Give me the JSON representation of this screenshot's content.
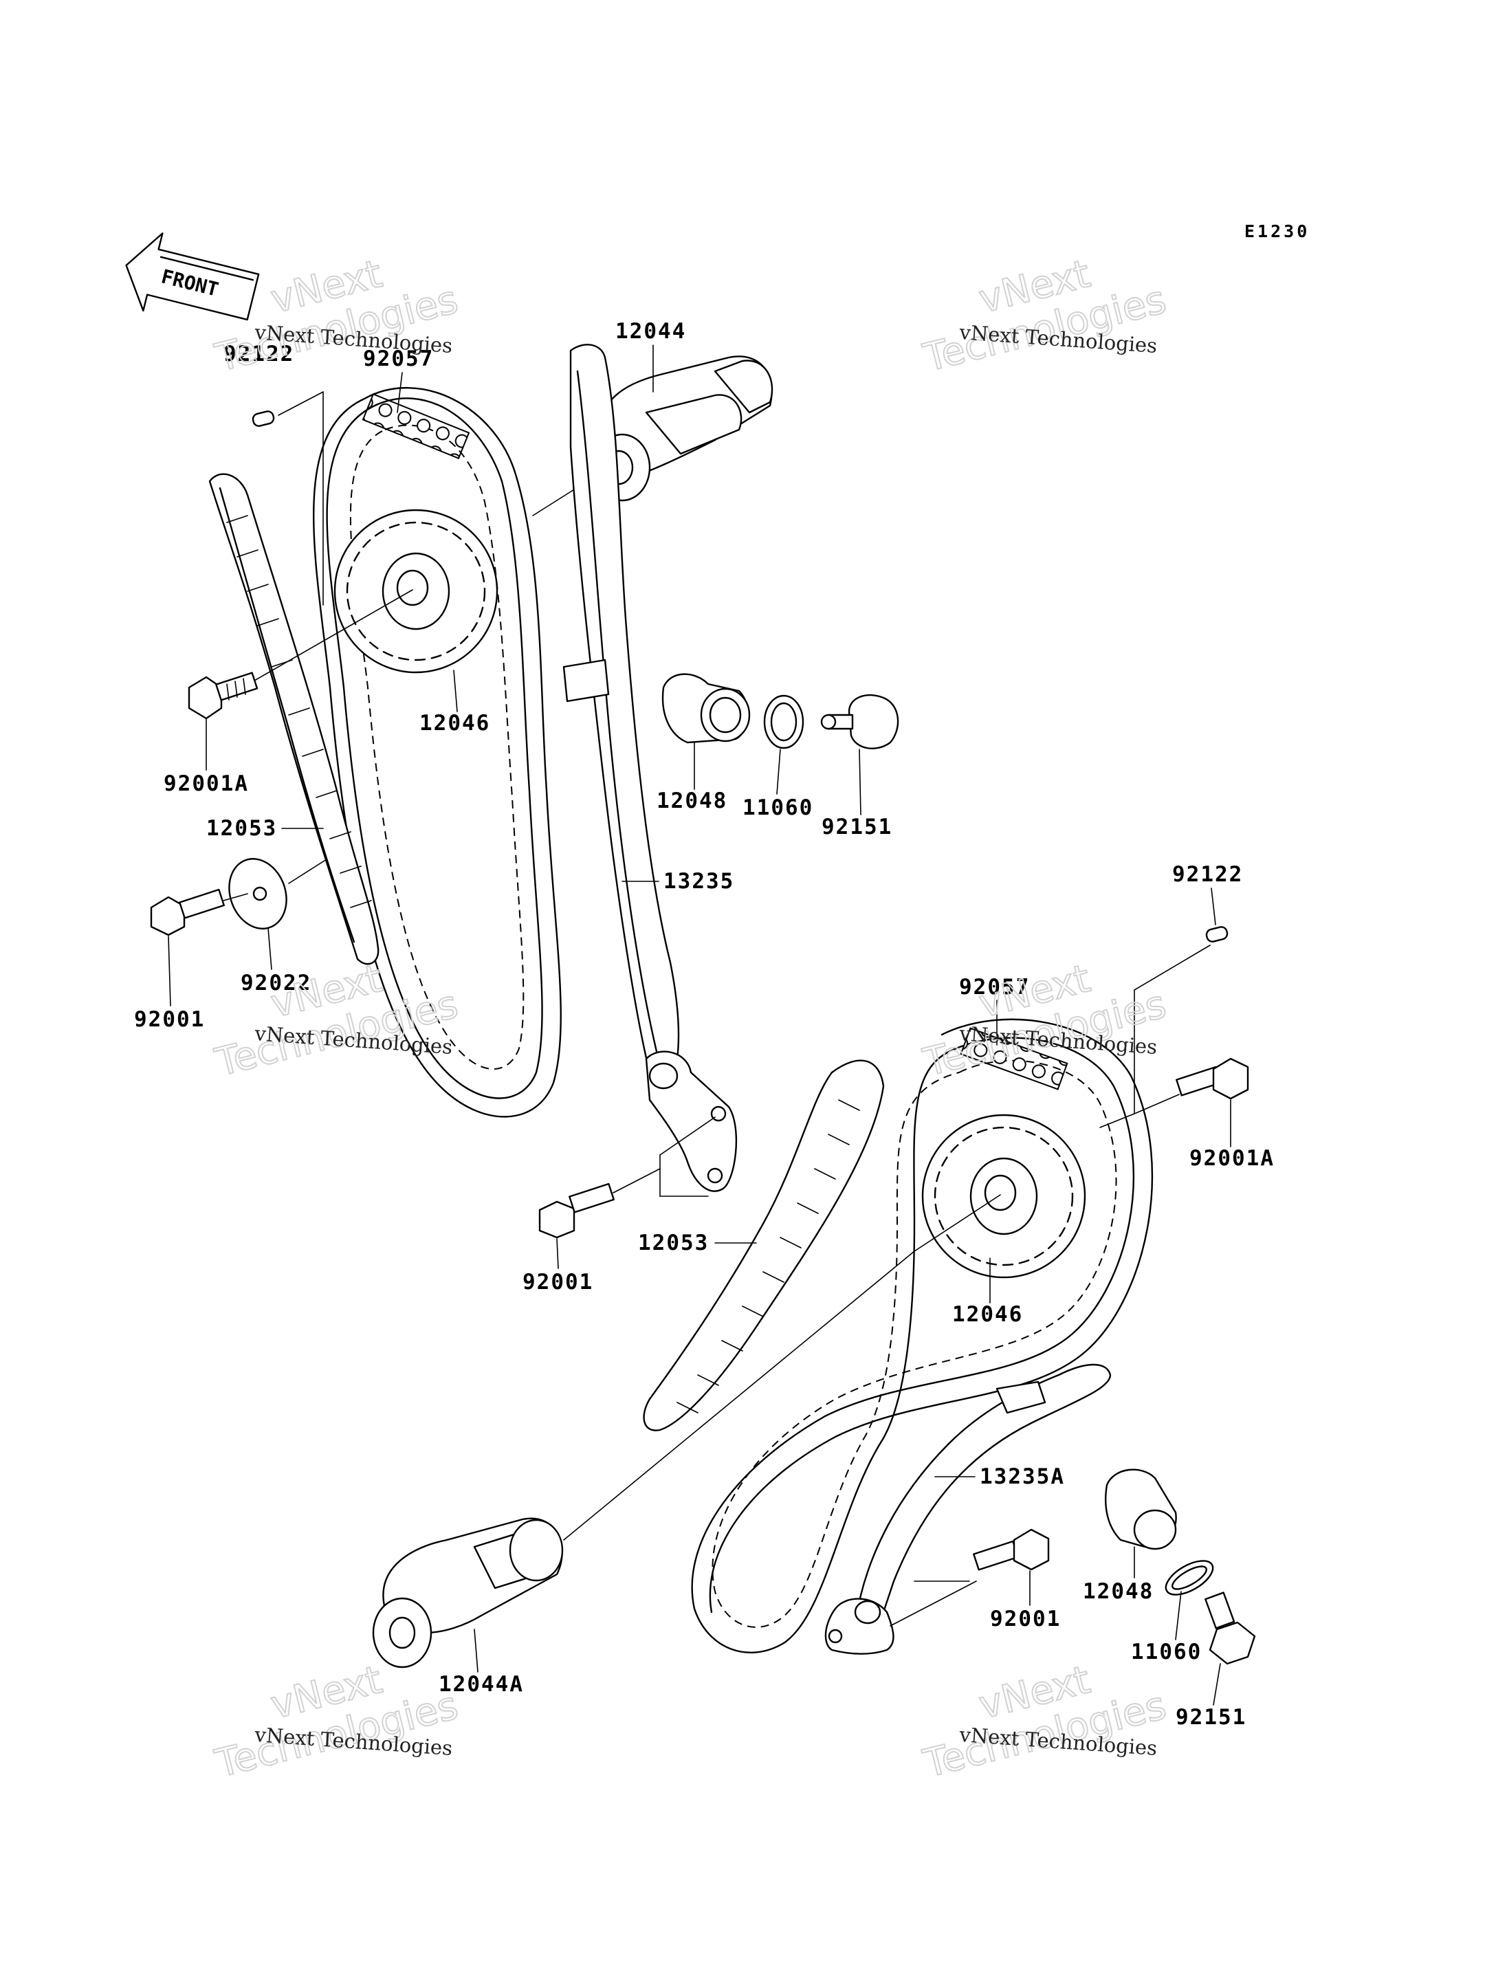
{
  "diagram_code": "E1230",
  "direction_arrow": "FRONT",
  "watermark": {
    "line": "vNext Technologies",
    "big_top": "vNext",
    "big_bottom": "Technologies"
  },
  "labels": {
    "upper": {
      "p92122": "92122",
      "p92057": "92057",
      "p12044": "12044",
      "p12046": "12046",
      "p92001A": "92001A",
      "p12048": "12048",
      "p11060": "11060",
      "p92151": "92151",
      "p12053": "12053",
      "p13235": "13235",
      "p92022": "92022",
      "p92001": "92001"
    },
    "lower": {
      "p92122": "92122",
      "p92057": "92057",
      "p92001A": "92001A",
      "p92001": "92001",
      "p12053": "12053",
      "p12046": "12046",
      "p13235A": "13235A",
      "p12048": "12048",
      "p92001b": "92001",
      "p11060": "11060",
      "p12044A": "12044A",
      "p92151": "92151"
    }
  }
}
